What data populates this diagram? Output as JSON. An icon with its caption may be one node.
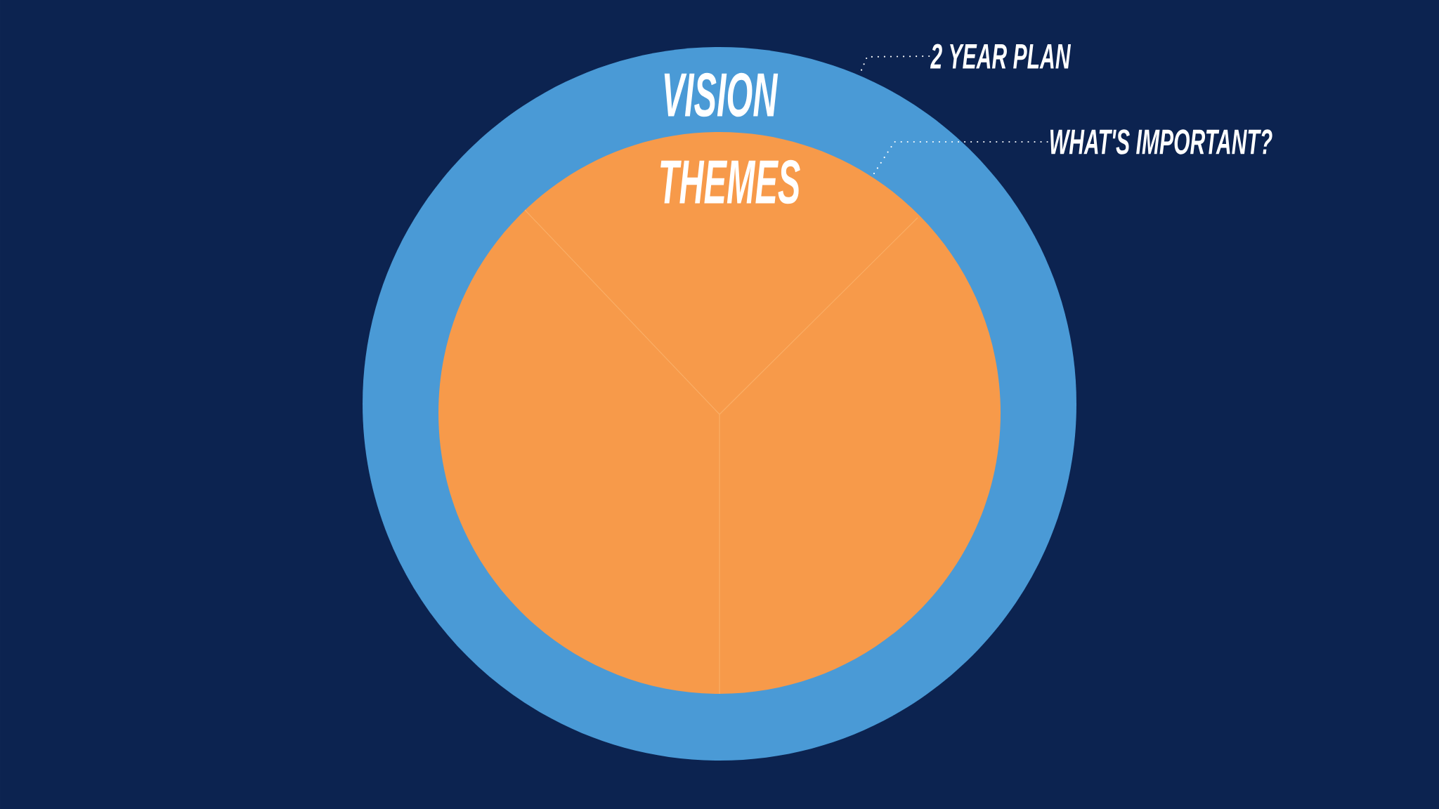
{
  "diagram": {
    "nodes": [
      {
        "text": [
          "VISION"
        ]
      },
      {
        "text": [
          "THEMES"
        ],
        "in": 0
      },
      {
        "text": [
          "2 YEAR PLAN"
        ]
      },
      {
        "text": [
          "WHAT'S IMPORTANT?"
        ]
      }
    ],
    "edges": [
      {
        "from": 2,
        "to": 0,
        "arrow": "none",
        "style": "dashed"
      },
      {
        "from": 3,
        "to": 1,
        "arrow": "none",
        "style": "dashed"
      }
    ]
  }
}
